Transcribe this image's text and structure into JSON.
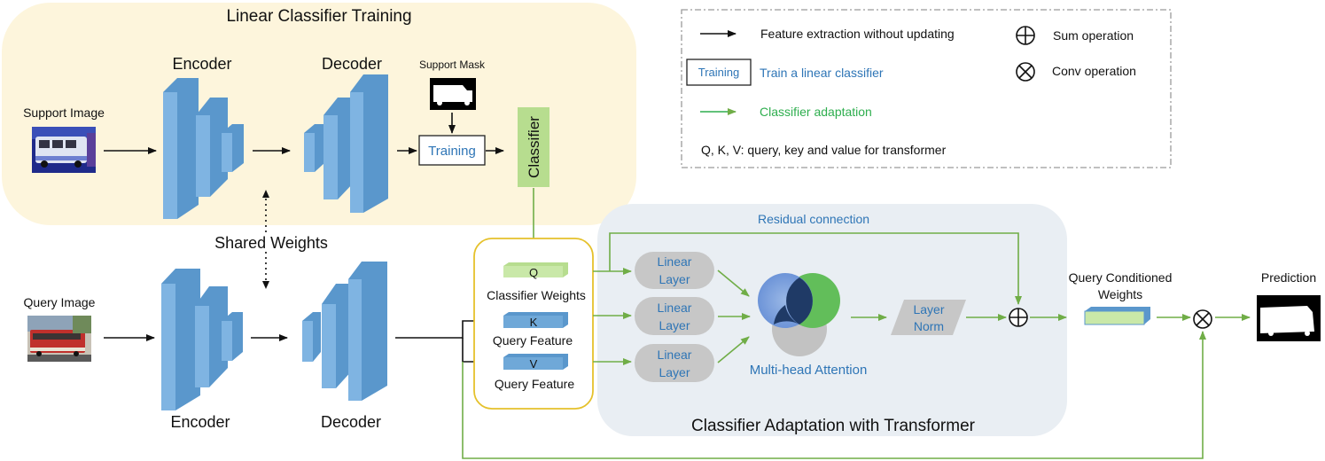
{
  "titles": {
    "linear_training": "Linear Classifier Training",
    "adaptation": "Classifier Adaptation with Transformer"
  },
  "labels": {
    "encoder_top": "Encoder",
    "decoder_top": "Decoder",
    "encoder_bottom": "Encoder",
    "decoder_bottom": "Decoder",
    "support_image": "Support Image",
    "query_image": "Query Image",
    "support_mask": "Support Mask",
    "training": "Training",
    "classifier": "Classifier",
    "shared_weights": "Shared Weights",
    "residual": "Residual connection",
    "q": "Q",
    "k": "K",
    "v": "V",
    "classifier_weights": "Classifier Weights",
    "query_feature_k": "Query Feature",
    "query_feature_v": "Query Feature",
    "linear_layer_1": [
      "Linear",
      "Layer"
    ],
    "linear_layer_2": [
      "Linear",
      "Layer"
    ],
    "linear_layer_3": [
      "Linear",
      "Layer"
    ],
    "mha": "Multi-head Attention",
    "layer_norm": [
      "Layer",
      "Norm"
    ],
    "qcw": [
      "Query Conditioned",
      "Weights"
    ],
    "prediction": "Prediction"
  },
  "legend": {
    "feature_extraction": "Feature extraction without updating",
    "training_box": "Training",
    "train_linear": "Train a linear classifier",
    "classifier_adaptation": "Classifier adaptation",
    "qkv": "Q, K, V: query, key and value for transformer",
    "sum_op": "Sum operation",
    "conv_op": "Conv operation"
  },
  "colors": {
    "training_bg": "#fdf5dc",
    "adaptation_bg": "#e9eef3",
    "feature_blue": "#6fa8d8",
    "classifier_green": "#b7dd8f",
    "green_line": "#70ad47",
    "text_blue": "#2e75b6",
    "text_green": "#2eae4e",
    "yellow_border": "#e5c12b",
    "grey_layer": "#c7c7c7"
  }
}
